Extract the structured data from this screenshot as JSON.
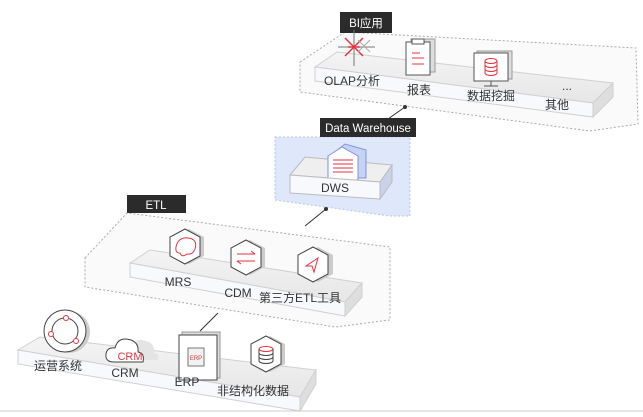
{
  "colors": {
    "accent": "#e5323e",
    "tag_bg": "#2b2b2b",
    "dw_bg": "#dfe7fb",
    "dw_stroke": "#7e96d8"
  },
  "bi": {
    "tag": "BI应用",
    "items": [
      {
        "label": "OLAP分析",
        "icon": "olap-icon"
      },
      {
        "label": "报表",
        "icon": "report-icon"
      },
      {
        "label": "数据挖掘",
        "icon": "data-mining-icon"
      },
      {
        "label": "其他",
        "icon": "more-icon",
        "glyph": "..."
      }
    ]
  },
  "dw": {
    "tag": "Data Warehouse",
    "items": [
      {
        "label": "DWS",
        "icon": "warehouse-icon"
      }
    ]
  },
  "etl": {
    "tag": "ETL",
    "items": [
      {
        "label": "MRS",
        "icon": "mrs-icon"
      },
      {
        "label": "CDM",
        "icon": "cdm-icon"
      },
      {
        "label": "第三方ETL工具",
        "icon": "third-party-etl-icon"
      }
    ]
  },
  "sources": {
    "items": [
      {
        "label": "运营系统",
        "icon": "ops-system-icon"
      },
      {
        "label": "CRM",
        "icon": "crm-cloud-icon",
        "icon_text": "CRM"
      },
      {
        "label": "ERP",
        "icon": "erp-icon",
        "icon_text": "ERP"
      },
      {
        "label": "非结构化数据",
        "icon": "unstructured-data-icon"
      }
    ]
  }
}
